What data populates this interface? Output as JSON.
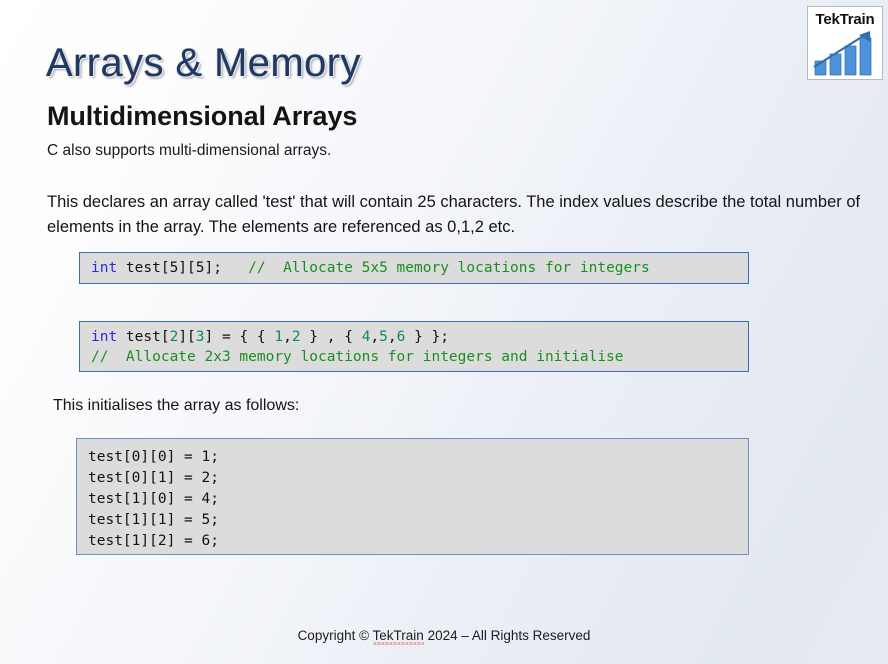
{
  "logo": {
    "name": "TekTrain",
    "icon": "bar-chart-growth-icon",
    "bar_color": "#4d93d9",
    "arrow_color": "#2f6db0"
  },
  "header": {
    "title": "Arrays & Memory",
    "title_color": "#203864",
    "subtitle": "Multidimensional Arrays"
  },
  "body": {
    "lead": "C also supports multi-dimensional arrays.",
    "paragraph": "This declares an array called 'test' that will contain 25 characters. The index values describe the total number of elements in the array. The elements are referenced as 0,1,2 etc.",
    "init_line": "This initialises the array as follows:"
  },
  "code_blocks": [
    {
      "id": "code-block-1",
      "plain_text": "int test[5][5];   //  Allocate 5x5 memory locations for integers",
      "tokens": [
        {
          "text": "int",
          "type": "keyword"
        },
        {
          "text": " test[5][5];   ",
          "type": "plain"
        },
        {
          "text": "//  Allocate 5x5 memory locations for integers",
          "type": "comment"
        }
      ]
    },
    {
      "id": "code-block-2",
      "plain_text": "int test[2][3] = { { 1,2 } , { 4,5,6 } };\n//  Allocate 2x3 memory locations for integers and initialise",
      "tokens": [
        {
          "text": "int",
          "type": "keyword"
        },
        {
          "text": " test[",
          "type": "plain"
        },
        {
          "text": "2",
          "type": "number"
        },
        {
          "text": "][",
          "type": "plain"
        },
        {
          "text": "3",
          "type": "number"
        },
        {
          "text": "] = { { ",
          "type": "plain"
        },
        {
          "text": "1",
          "type": "number"
        },
        {
          "text": ",",
          "type": "plain"
        },
        {
          "text": "2",
          "type": "number"
        },
        {
          "text": " } , { ",
          "type": "plain"
        },
        {
          "text": "4",
          "type": "number"
        },
        {
          "text": ",",
          "type": "plain"
        },
        {
          "text": "5",
          "type": "number"
        },
        {
          "text": ",",
          "type": "plain"
        },
        {
          "text": "6",
          "type": "number"
        },
        {
          "text": " } };\n",
          "type": "plain"
        },
        {
          "text": "//  Allocate 2x3 memory locations for integers and initialise",
          "type": "comment"
        }
      ]
    },
    {
      "id": "code-block-3",
      "plain_text": "test[0][0] = 1;\ntest[0][1] = 2;\ntest[1][0] = 4;\ntest[1][1] = 5;\ntest[1][2] = 6;",
      "tokens": [
        {
          "text": "test[0][0] = 1;\ntest[0][1] = 2;\ntest[1][0] = 4;\ntest[1][1] = 5;\ntest[1][2] = 6;",
          "type": "plain"
        }
      ]
    }
  ],
  "footer": {
    "prefix": "Copyright © ",
    "brand": "TekTrain",
    "suffix": " 2024 – All Rights Reserved"
  },
  "colors": {
    "code_background": "#dcdcdc",
    "code_border": "#3f69b0",
    "keyword": "#2a2ae0",
    "comment": "#1a8f1f",
    "number": "#0e8a63"
  }
}
